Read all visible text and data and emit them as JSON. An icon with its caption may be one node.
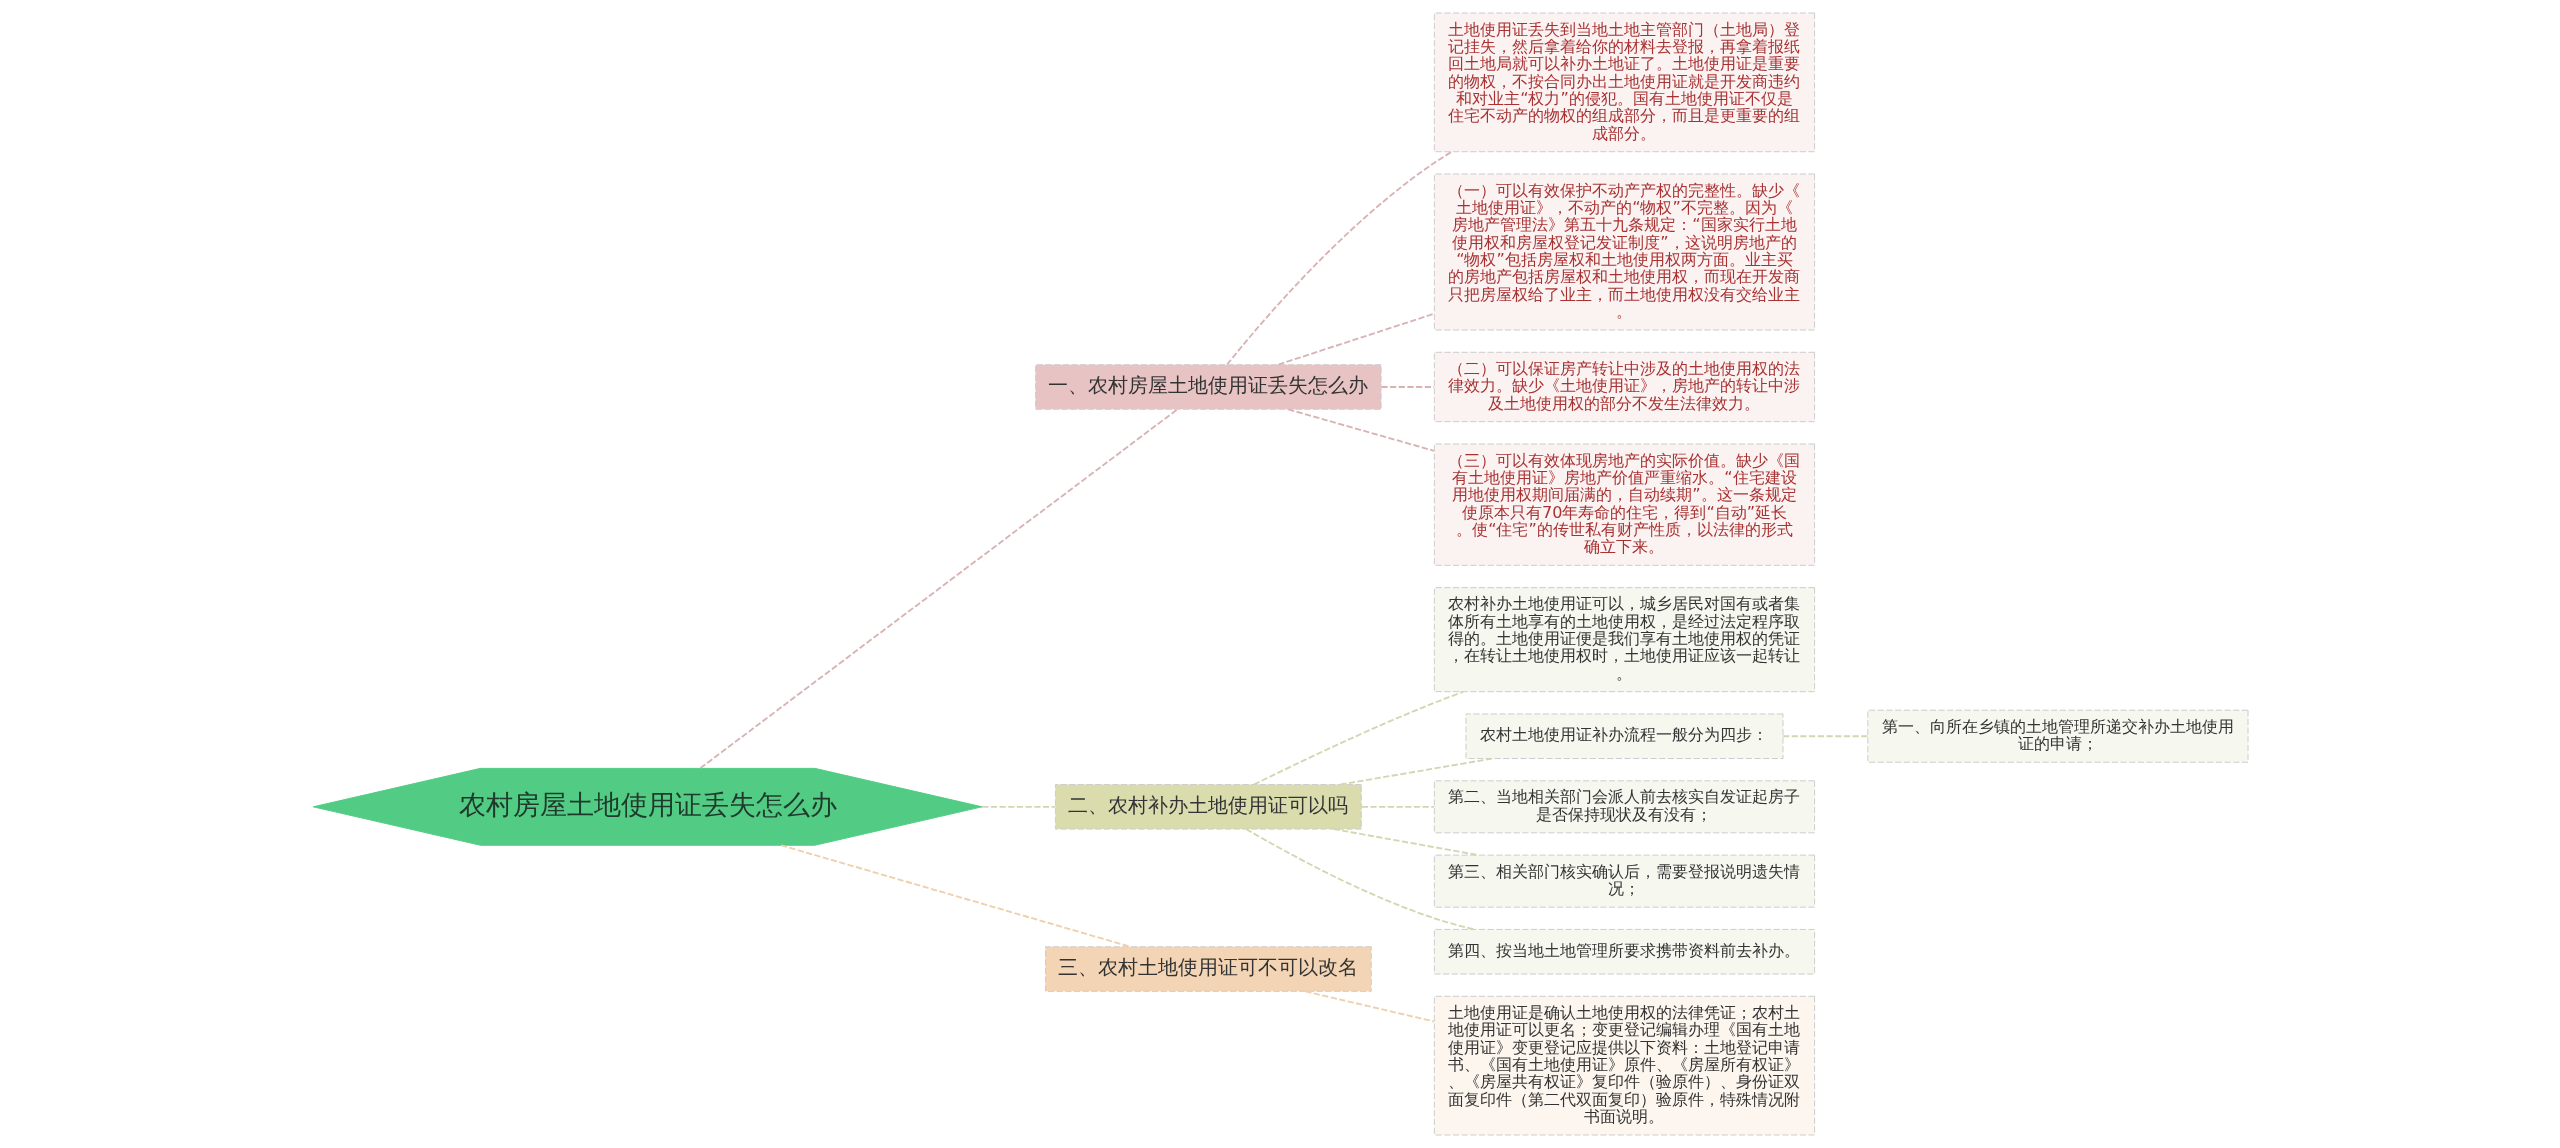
{
  "diagram": {
    "nodes": [
      {
        "text": [
          "农村房屋土地使用证丢失怎么办"
        ]
      },
      {
        "text": [
          "一、农村房屋土地使用证丢失怎么办"
        ]
      },
      {
        "text": [
          "土地使用证丢失到当地土地主管部门（土地局）登记挂失，然后拿着给你的材料去登报，再拿着报纸回土地局就可以补办土地证了。土地使用证是重要的物权，不按合同办出土地使用证就是开发商违约和对业主“权力”的侵犯。国有土地使用证不仅是住宅不动产的物权的组成部分，而且是更重要的组成部分。"
        ]
      },
      {
        "text": [
          "（一）可以有效保护不动产产权的完整性。缺少《土地使用证》，不动产的“物权”不完整。因为《房地产管理法》第五十九条规定：“国家实行土地使用权和房屋权登记发证制度”，这说明房地产的“物权”包括房屋权和土地使用权两方面。业主买的房地产包括房屋权和土地使用权，而现在开发商只把房屋权给了业主，而土地使用权没有交给业主。"
        ]
      },
      {
        "text": [
          "（二）可以保证房产转让中涉及的土地使用权的法律效力。缺少《土地使用证》，房地产的转让中涉及土地使用权的部分不发生法律效力。"
        ]
      },
      {
        "text": [
          "（三）可以有效体现房地产的实际价值。缺少《国有土地使用证》房地产价值严重缩水。“住宅建设用地使用权期间届满的，自动续期”。这一条规定使原本只有70年寿命的住宅，得到“自动”延长。使“住宅”的传世私有财产性质，以法律的形式确立下来。"
        ]
      },
      {
        "text": [
          "二、农村补办土地使用证可以吗"
        ]
      },
      {
        "text": [
          "农村补办土地使用证可以，城乡居民对国有或者集体所有土地享有的土地使用权，是经过法定程序取得的。土地使用证便是我们享有土地使用权的凭证，在转让土地使用权时，土地使用证应该一起转让。"
        ]
      },
      {
        "text": [
          "农村土地使用证补办流程一般分为四步："
        ]
      },
      {
        "text": [
          "第一、向所在乡镇的土地管理所递交补办土地使用证的申请；"
        ]
      },
      {
        "text": [
          "第二、当地相关部门会派人前去核实自发证起房子是否保持现状及有没有；"
        ]
      },
      {
        "text": [
          "第三、相关部门核实确认后，需要登报说明遗失情况；"
        ]
      },
      {
        "text": [
          "第四、按当地土地管理所要求携带资料前去补办。"
        ]
      },
      {
        "text": [
          "三、农村土地使用证可不可以改名"
        ]
      },
      {
        "text": [
          "土地使用证是确认土地使用权的法律凭证；农村土地使用证可以更名；变更登记编辑办理《国有土地使用证》变更登记应提供以下资料：土地登记申请书、《国有土地使用证》原件、《房屋所有权证》、《房屋共有权证》复印件（验原件）、身份证双面复印件（第二代双面复印）验原件，特殊情况附书面说明。"
        ]
      }
    ],
    "edges": [
      {
        "from": 0,
        "to": 1,
        "arrow": "none",
        "style": "dashed",
        "color": "#d9b3b3"
      },
      {
        "from": 1,
        "to": 2,
        "arrow": "none",
        "style": "dashed",
        "color": "#d9b3b3"
      },
      {
        "from": 1,
        "to": 3,
        "arrow": "none",
        "style": "dashed",
        "color": "#d9b3b3"
      },
      {
        "from": 1,
        "to": 4,
        "arrow": "none",
        "style": "dashed",
        "color": "#d9b3b3"
      },
      {
        "from": 1,
        "to": 5,
        "arrow": "none",
        "style": "dashed",
        "color": "#d9b3b3"
      },
      {
        "from": 0,
        "to": 6,
        "arrow": "none",
        "style": "dashed",
        "color": "#d3d6b0"
      },
      {
        "from": 6,
        "to": 7,
        "arrow": "none",
        "style": "dashed",
        "color": "#d3d6b0"
      },
      {
        "from": 6,
        "to": 8,
        "arrow": "none",
        "style": "dashed",
        "color": "#d3d6b0"
      },
      {
        "from": 8,
        "to": 9,
        "arrow": "none",
        "style": "dashed",
        "color": "#d3d6b0"
      },
      {
        "from": 6,
        "to": 10,
        "arrow": "none",
        "style": "dashed",
        "color": "#d3d6b0"
      },
      {
        "from": 6,
        "to": 11,
        "arrow": "none",
        "style": "dashed",
        "color": "#d3d6b0"
      },
      {
        "from": 6,
        "to": 12,
        "arrow": "none",
        "style": "dashed",
        "color": "#d3d6b0"
      },
      {
        "from": 0,
        "to": 13,
        "arrow": "none",
        "style": "dashed",
        "color": "#efcfae"
      },
      {
        "from": 13,
        "to": 14,
        "arrow": "none",
        "style": "dashed",
        "color": "#efcfae"
      }
    ]
  }
}
